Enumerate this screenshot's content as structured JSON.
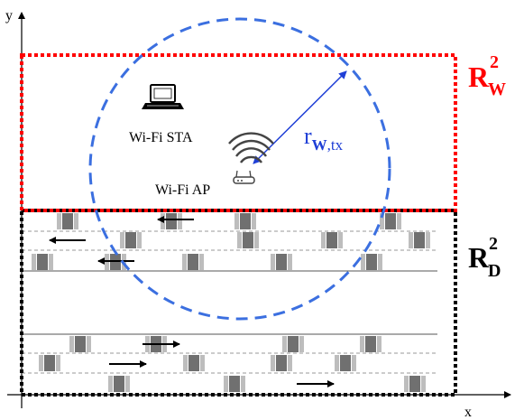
{
  "axes": {
    "x_label": "x",
    "y_label": "y"
  },
  "regions": {
    "wifi": {
      "main": "R",
      "sup": "2",
      "sub": "W",
      "color": "#ff0000"
    },
    "road": {
      "main": "R",
      "sup": "2",
      "sub": "D",
      "color": "#000000"
    }
  },
  "nodes": {
    "sta_label": "Wi-Fi STA",
    "ap_label": "Wi-Fi AP"
  },
  "radius": {
    "main": "r",
    "sub_bold": "W",
    "sub_rest": ",tx",
    "color": "#1f3fd6"
  },
  "coverage_color": "#3b6fe0"
}
